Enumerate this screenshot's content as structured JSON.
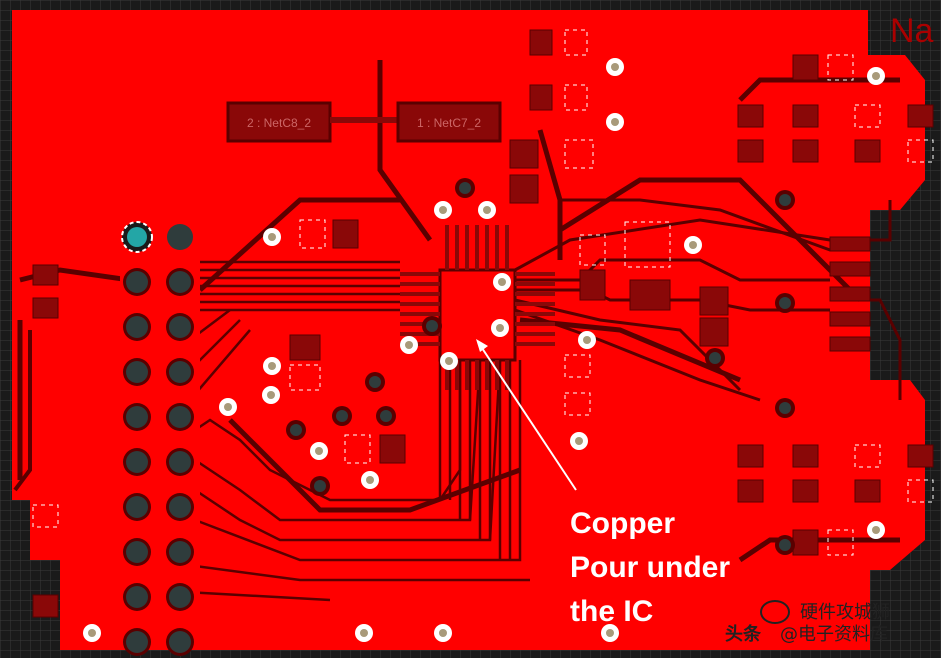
{
  "nets": {
    "net_c8": "2 : NetC8_2",
    "net_c7": "1 : NetC7_2"
  },
  "corner_label": "Na",
  "annotation": {
    "line1": "Copper",
    "line2": "Pour under",
    "line3": "the IC"
  },
  "watermark": {
    "left": "头条",
    "handle": "@电子资料库",
    "brand": "硬件攻城狮"
  },
  "colors": {
    "copper_pour": "#ff0000",
    "pad_dark": "#8a0808",
    "trace_dark": "#5a0000",
    "via_ring": "#2f3c3c",
    "via_hole": "#d9d4c6",
    "background": "#1a1a1a",
    "grid": "#3a3a3a"
  }
}
